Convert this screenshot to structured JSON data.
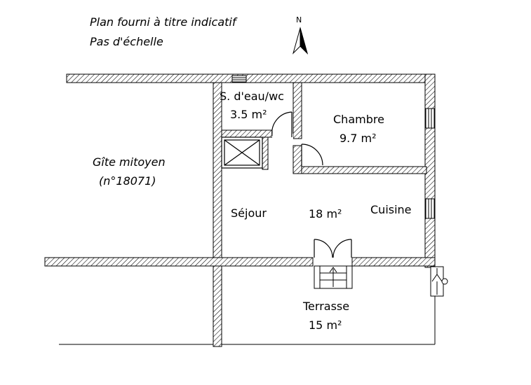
{
  "header": {
    "line1": "Plan fourni à titre indicatif",
    "line2": "Pas d'échelle",
    "north": "N"
  },
  "rooms": {
    "salle_eau_name": "S. d'eau/wc",
    "salle_eau_area": "3.5 m²",
    "chambre_name": "Chambre",
    "chambre_area": "9.7 m²",
    "gite_name": "Gîte mitoyen",
    "gite_ref": "(n°18071)",
    "sejour_name": "Séjour",
    "main_area": "18 m²",
    "cuisine_name": "Cuisine",
    "terrasse_name": "Terrasse",
    "terrasse_area": "15 m²"
  },
  "colors": {
    "line": "#000000",
    "hatch": "#000000",
    "background": "#ffffff"
  }
}
